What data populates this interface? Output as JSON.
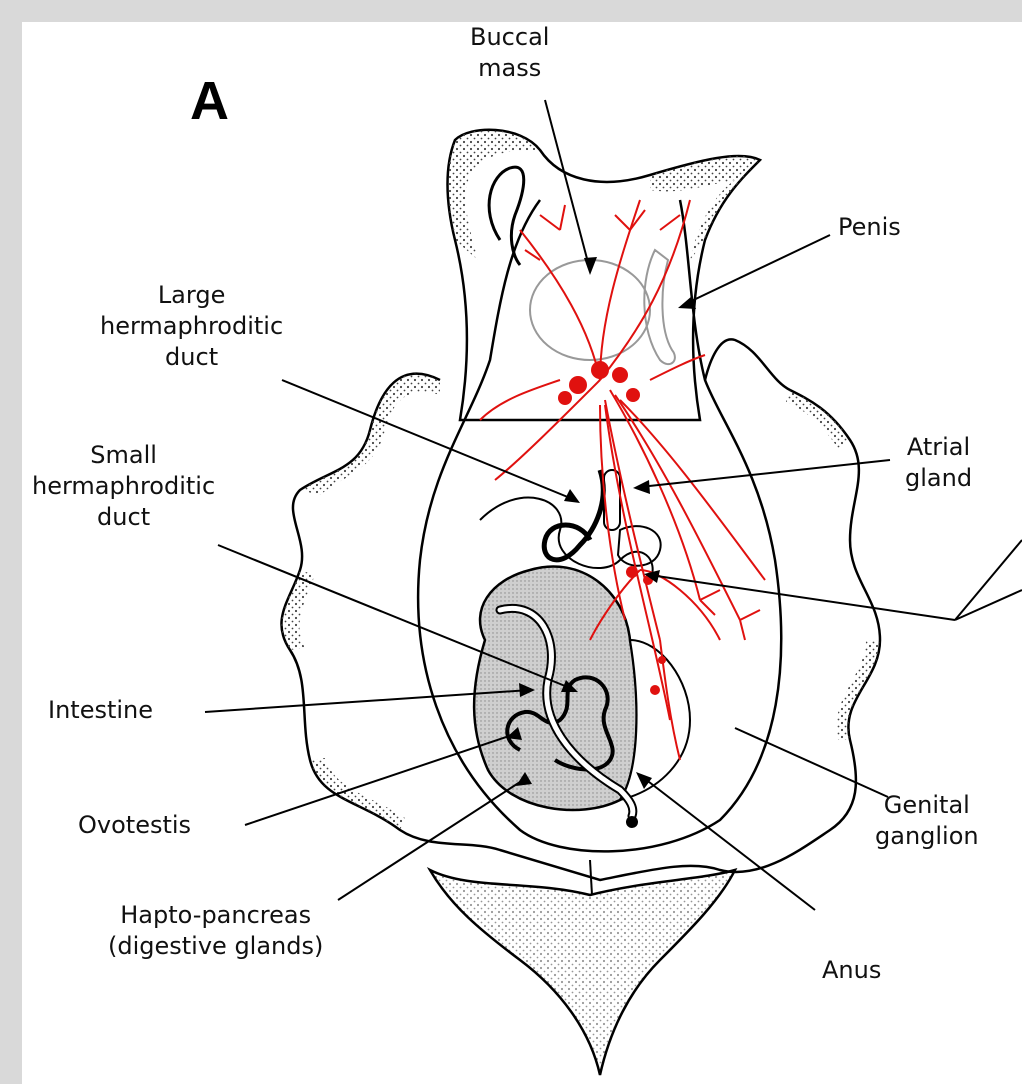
{
  "figure": {
    "panel_letter": "A",
    "labels": {
      "buccal_mass": [
        "Buccal",
        "mass"
      ],
      "penis": "Penis",
      "large_herm_duct": [
        "Large",
        "hermaphroditic",
        "duct"
      ],
      "small_herm_duct": [
        "Small",
        "hermaphroditic",
        "duct"
      ],
      "atrial_gland": [
        "Atrial",
        "gland"
      ],
      "intestine": "Intestine",
      "ovotestis": "Ovotestis",
      "hapto_pancreas": [
        "Hapto-pancreas",
        "(digestive glands)"
      ],
      "genital_ganglion": [
        "Genital",
        "ganglion"
      ],
      "anus": "Anus"
    },
    "colors": {
      "nerve": "#e0110f",
      "outline": "#000000",
      "stipple": "#444444",
      "ovotestis_fill": "#c8c8c8",
      "background": "#d9d9d9"
    }
  }
}
